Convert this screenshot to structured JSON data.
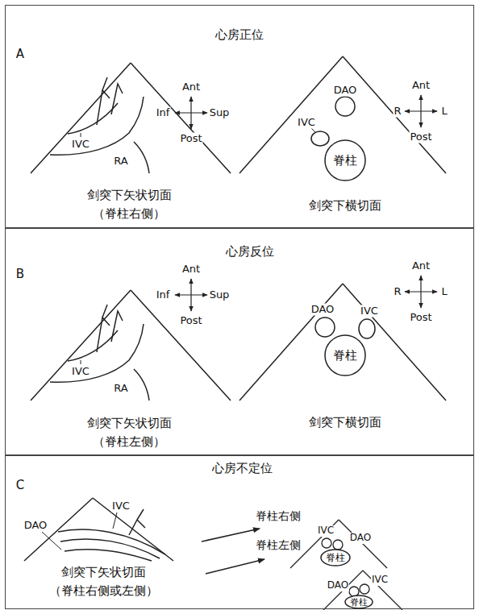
{
  "diagram": {
    "nodes": [
      {
        "text": [
          "A",
          "心房正位"
        ]
      },
      {
        "text": [
          "B",
          "心房反位"
        ]
      },
      {
        "text": [
          "C",
          "心房不定位"
        ]
      },
      {
        "text": [
          "脊柱"
        ],
        "in": 0
      },
      {
        "text": [
          "脊柱"
        ],
        "in": 1
      },
      {
        "text": [
          "脊柱"
        ],
        "in": 2
      },
      {
        "text": [
          "脊柱"
        ],
        "in": 2
      }
    ],
    "labels": [
      "IVC",
      "RA",
      "Ant",
      "Inf",
      "Sup",
      "Post",
      "剑突下矢状切面 （脊柱右侧）",
      "Ant",
      "R",
      "L",
      "Post",
      "DAO",
      "IVC",
      "剑突下横切面",
      "IVC",
      "RA",
      "Ant",
      "Inf",
      "Sup",
      "Post",
      "剑突下矢状切面 （脊柱左侧）",
      "Ant",
      "R",
      "L",
      "Post",
      "DAO",
      "IVC",
      "剑突下横切面",
      "IVC",
      "DAO",
      "剑突下矢状切面 （脊柱右侧或左侧）",
      "脊柱右侧",
      "IVC",
      "DAO",
      "脊柱左侧",
      "IVC",
      "DAO"
    ]
  }
}
